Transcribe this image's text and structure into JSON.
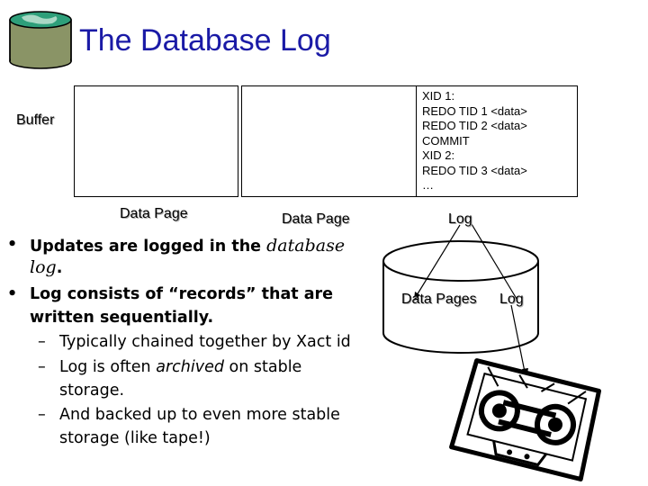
{
  "title": "The Database Log",
  "buffer_label": "Buffer",
  "page_labels": [
    "Data Page",
    "Data Page"
  ],
  "log_label": "Log",
  "log_records": [
    "XID 1:",
    "REDO TID 1 <data>",
    "REDO TID 2 <data>",
    "COMMIT",
    "XID 2:",
    "REDO TID 3 <data>",
    "…"
  ],
  "disk_labels": {
    "data_pages": "Data Pages",
    "log": "Log"
  },
  "bullets": [
    {
      "bullet": "•",
      "text_a": "Updates are logged in the ",
      "italic_a": "database",
      "italic_b": "log",
      "tail": "."
    },
    {
      "bullet": "•",
      "line1": "Log consists of “records” that are",
      "line2": "written sequentially."
    }
  ],
  "subbullets": [
    {
      "dash": "–",
      "line1": "Typically chained together by Xact id"
    },
    {
      "dash": "–",
      "prefix": "Log is often ",
      "italic": "archived",
      "suffix": " on stable",
      "line2": "storage."
    },
    {
      "dash": "–",
      "line1": "And backed up to even more stable",
      "line2": "storage (like tape!)"
    }
  ],
  "colors": {
    "title": "#1a1aa6",
    "db_icon_body": "#8a9466",
    "db_icon_top": "#2e9f7a"
  },
  "icons": [
    "database-icon",
    "disk-cylinder-icon",
    "tape-cassette-icon"
  ]
}
